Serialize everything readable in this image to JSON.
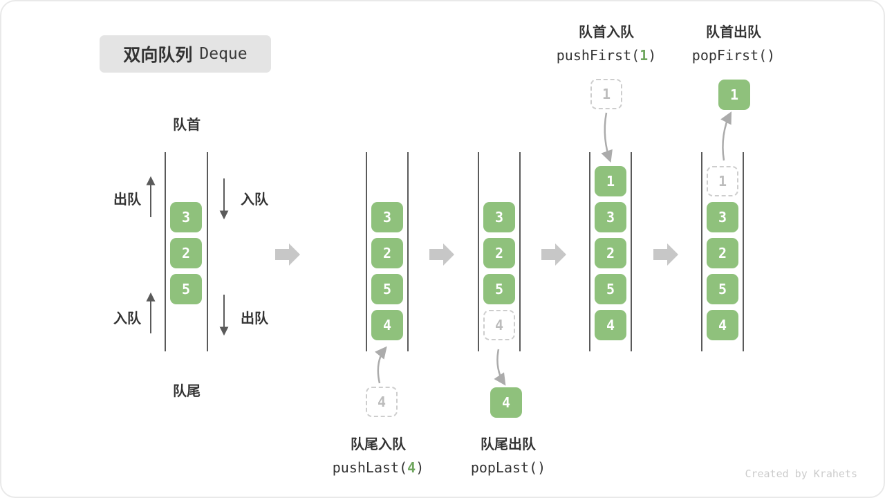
{
  "title": {
    "zh": "双向队列",
    "en": "Deque"
  },
  "colors": {
    "cell_green": "#8FC17C",
    "arg_green": "#6FA65E",
    "block_arrow_gray": "#C7C7C7",
    "ghost_border_gray": "#CDCDCD",
    "title_bg": "#E4E4E4"
  },
  "queue1": {
    "front_label": "队首",
    "rear_label": "队尾",
    "top_left_label": "出队",
    "top_right_label": "入队",
    "bottom_left_label": "入队",
    "bottom_right_label": "出队"
  },
  "operations": {
    "push_first": {
      "label": "队首入队",
      "code_pre": "pushFirst(",
      "arg": "1",
      "code_post": ")"
    },
    "pop_first": {
      "label": "队首出队",
      "code": "popFirst()"
    },
    "push_last": {
      "label": "队尾入队",
      "code_pre": "pushLast(",
      "arg": "4",
      "code_post": ")"
    },
    "pop_last": {
      "label": "队尾出队",
      "code": "popLast()"
    }
  },
  "queues": {
    "q1": {
      "cells": [
        "3",
        "2",
        "5"
      ]
    },
    "q2": {
      "cells": [
        "3",
        "2",
        "5",
        "4"
      ]
    },
    "q3": {
      "cells": [
        "3",
        "2",
        "5"
      ],
      "ghost": "4"
    },
    "q4": {
      "cells": [
        "1",
        "3",
        "2",
        "5",
        "4"
      ]
    },
    "q5": {
      "cells": [
        "3",
        "2",
        "5",
        "4"
      ],
      "ghost": "1"
    }
  },
  "floating": {
    "push_last_ghost": "4",
    "pop_last_cell": "4",
    "push_first_ghost": "1",
    "pop_first_cell": "1"
  },
  "watermark": "Created by Krahets"
}
